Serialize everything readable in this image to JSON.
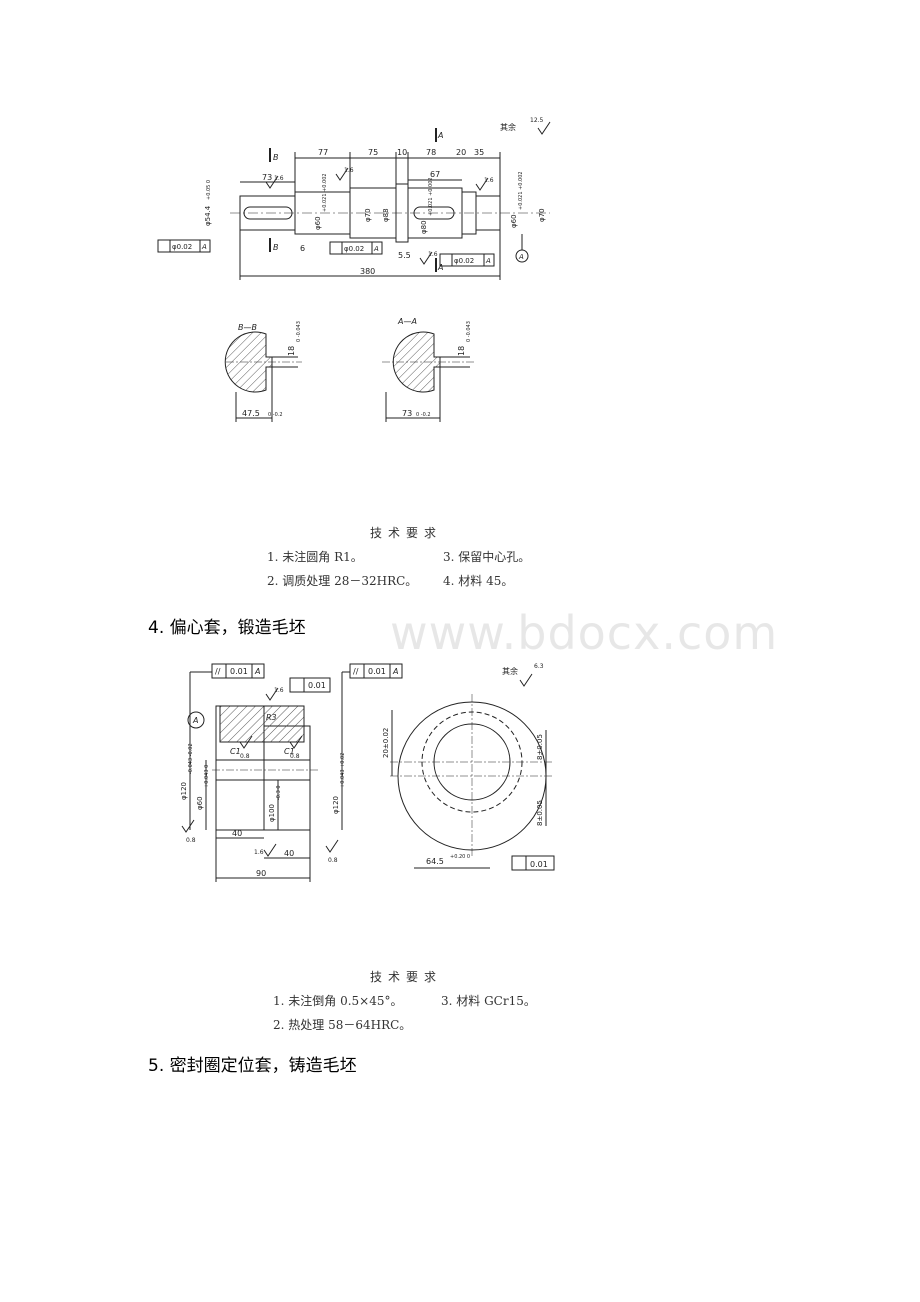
{
  "shaft": {
    "remaining_surface": "其余",
    "roughness_rest": "12.5",
    "section_marks": {
      "a": "A",
      "b": "B"
    },
    "dims": {
      "d1": "73",
      "d2": "77",
      "d3": "75",
      "d4": "10",
      "d5": "78",
      "d6": "20",
      "d7": "35",
      "d8": "67",
      "d9": "6",
      "d10": "5.5",
      "total": "380"
    },
    "diameters": {
      "phi54": "φ54.4",
      "phi54_tol": "+0.05 0",
      "phi60a": "φ60",
      "phi60a_tol": "+0.021 +0.002",
      "phi70": "φ70",
      "phi88": "φ88",
      "phi80": "φ80",
      "phi80_tol": "+0.021 +0.002",
      "phi60b": "φ60",
      "phi60b_tol": "+0.021 +0.002",
      "phi70b": "φ70"
    },
    "roughness": {
      "r1": "1.6",
      "r2": "1.6",
      "r3": "1.6",
      "r4": "1.6"
    },
    "tolerance_frames": {
      "f1": {
        "value": "φ0.02",
        "datum": "A"
      },
      "f2": {
        "value": "φ0.02",
        "datum": "A"
      },
      "f3": {
        "value": "φ0.02",
        "datum": "A"
      }
    },
    "datum_label": "A"
  },
  "section_bb": {
    "title": "B—B",
    "key_width": "18",
    "key_tol": "0 -0.043",
    "depth": "47.5",
    "depth_tol": "0 -0.2"
  },
  "section_aa": {
    "title": "A—A",
    "key_width": "18",
    "key_tol": "0 -0.043",
    "depth": "73",
    "depth_tol": "0 -0.2"
  },
  "req1": {
    "title": "技术要求",
    "items": [
      "1. 未注圆角 R1。",
      "3. 保留中心孔。",
      "2. 调质处理 28－32HRC。",
      "4. 材料 45。"
    ]
  },
  "heading4": "4. 偏心套，锻造毛坯",
  "watermark": "www.bdocx.com",
  "sleeve": {
    "remaining_surface": "其余",
    "roughness_rest": "6.3",
    "frames": {
      "parallel1": {
        "symbol": "//",
        "value": "0.01",
        "datum": "A"
      },
      "cyl": {
        "value": "0.01"
      },
      "parallel2": {
        "symbol": "//",
        "value": "0.01",
        "datum": "A"
      },
      "cyl2": {
        "value": "0.01"
      }
    },
    "datum": "A",
    "labels": {
      "r3": "R3",
      "c1a": "C1",
      "c1b": "C1",
      "rough_16a": "1.6",
      "rough_08a": "0.8",
      "rough_08b": "0.8",
      "rough_08c": "0.8",
      "rough_16b": "1.6",
      "rough_08d": "0.8"
    },
    "diameters": {
      "phi120": "φ120",
      "phi120_tol": "-0.043 -0.02",
      "phi60": "φ60",
      "phi60_tol": "+0.043 0",
      "phi100": "φ100",
      "phi100_tol": "-0.3 0",
      "phi120b": "φ120",
      "phi120b_tol": "+0.043 +0.02"
    },
    "dims": {
      "d40a": "40",
      "d40b": "40",
      "d90": "90",
      "ecc": "20±0.02",
      "s8a": "8±0.05",
      "s8b": "8±0.05",
      "w645": "64.5",
      "w645_tol": "+0.20 0"
    }
  },
  "req2": {
    "title": "技术要求",
    "items": [
      "1. 未注倒角 0.5×45°。",
      "3. 材料 GCr15。",
      "2. 热处理 58－64HRC。"
    ]
  },
  "heading5": "5. 密封圈定位套，铸造毛坯"
}
